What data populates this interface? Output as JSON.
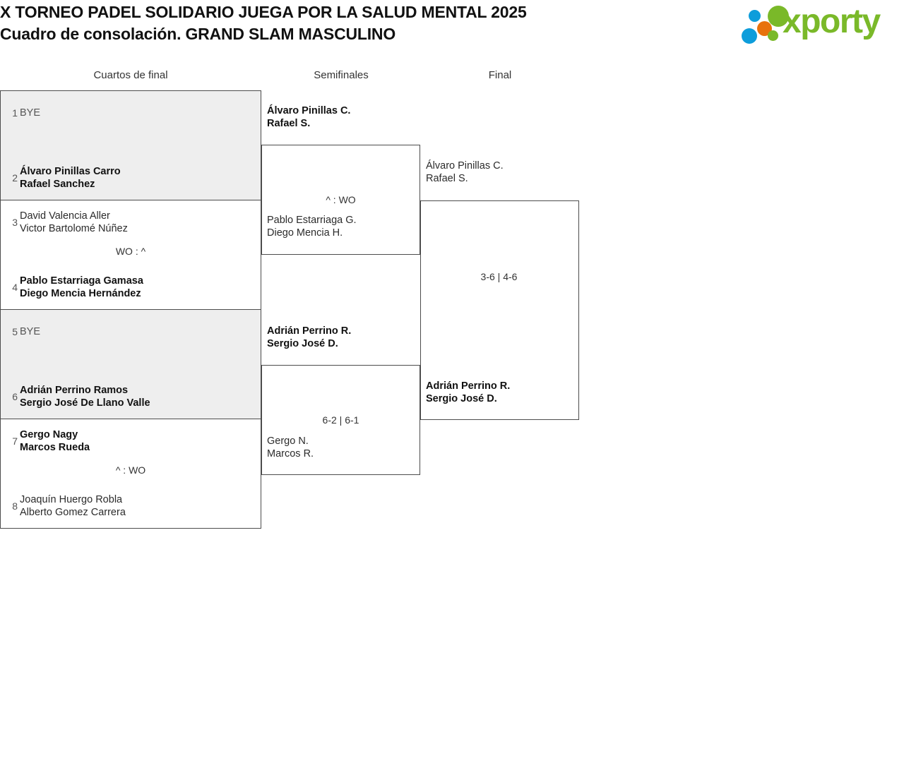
{
  "header": {
    "title_line1": "X TORNEO PADEL SOLIDARIO JUEGA POR LA SALUD MENTAL 2025",
    "title_line2": "Cuadro de consolación. GRAND SLAM MASCULINO",
    "logo_text": "xporty",
    "brand_green": "#7ab929",
    "brand_blue": "#0d9ddb",
    "brand_orange": "#e8720c"
  },
  "rounds": {
    "quarterfinals_label": "Cuartos de final",
    "semifinals_label": "Semifinales",
    "final_label": "Final"
  },
  "quarterfinals": [
    {
      "shaded": true,
      "score": "",
      "top": {
        "seed": "1",
        "p1": "BYE",
        "p2": "",
        "winner": false,
        "bye": true
      },
      "bottom": {
        "seed": "2",
        "p1": "Álvaro Pinillas Carro",
        "p2": "Rafael Sanchez",
        "winner": true,
        "bye": false
      }
    },
    {
      "shaded": false,
      "score": "WO : ^",
      "top": {
        "seed": "3",
        "p1": "David Valencia Aller",
        "p2": "Victor Bartolomé Núñez",
        "winner": false,
        "bye": false
      },
      "bottom": {
        "seed": "4",
        "p1": "Pablo Estarriaga Gamasa",
        "p2": "Diego Mencia Hernández",
        "winner": true,
        "bye": false
      }
    },
    {
      "shaded": true,
      "score": "",
      "top": {
        "seed": "5",
        "p1": "BYE",
        "p2": "",
        "winner": false,
        "bye": true
      },
      "bottom": {
        "seed": "6",
        "p1": "Adrián Perrino Ramos",
        "p2": "Sergio José De Llano Valle",
        "winner": true,
        "bye": false
      }
    },
    {
      "shaded": false,
      "score": "^ : WO",
      "top": {
        "seed": "7",
        "p1": "Gergo Nagy",
        "p2": "Marcos Rueda",
        "winner": true,
        "bye": false
      },
      "bottom": {
        "seed": "8",
        "p1": "Joaquín Huergo Robla",
        "p2": "Alberto Gomez Carrera",
        "winner": false,
        "bye": false
      }
    }
  ],
  "semifinals": [
    {
      "score": "^ : WO",
      "top": {
        "p1": "Álvaro Pinillas C.",
        "p2": "Rafael S.",
        "winner": true
      },
      "bottom": {
        "p1": "Pablo Estarriaga G.",
        "p2": "Diego Mencia H.",
        "winner": false
      }
    },
    {
      "score": "6-2 | 6-1",
      "top": {
        "p1": "Adrián Perrino R.",
        "p2": "Sergio José D.",
        "winner": true
      },
      "bottom": {
        "p1": "Gergo N.",
        "p2": "Marcos R.",
        "winner": false
      }
    }
  ],
  "final": {
    "score": "3-6 | 4-6",
    "top": {
      "p1": "Álvaro Pinillas C.",
      "p2": "Rafael S.",
      "winner": false
    },
    "bottom": {
      "p1": "Adrián Perrino R.",
      "p2": "Sergio José D.",
      "winner": true
    }
  }
}
